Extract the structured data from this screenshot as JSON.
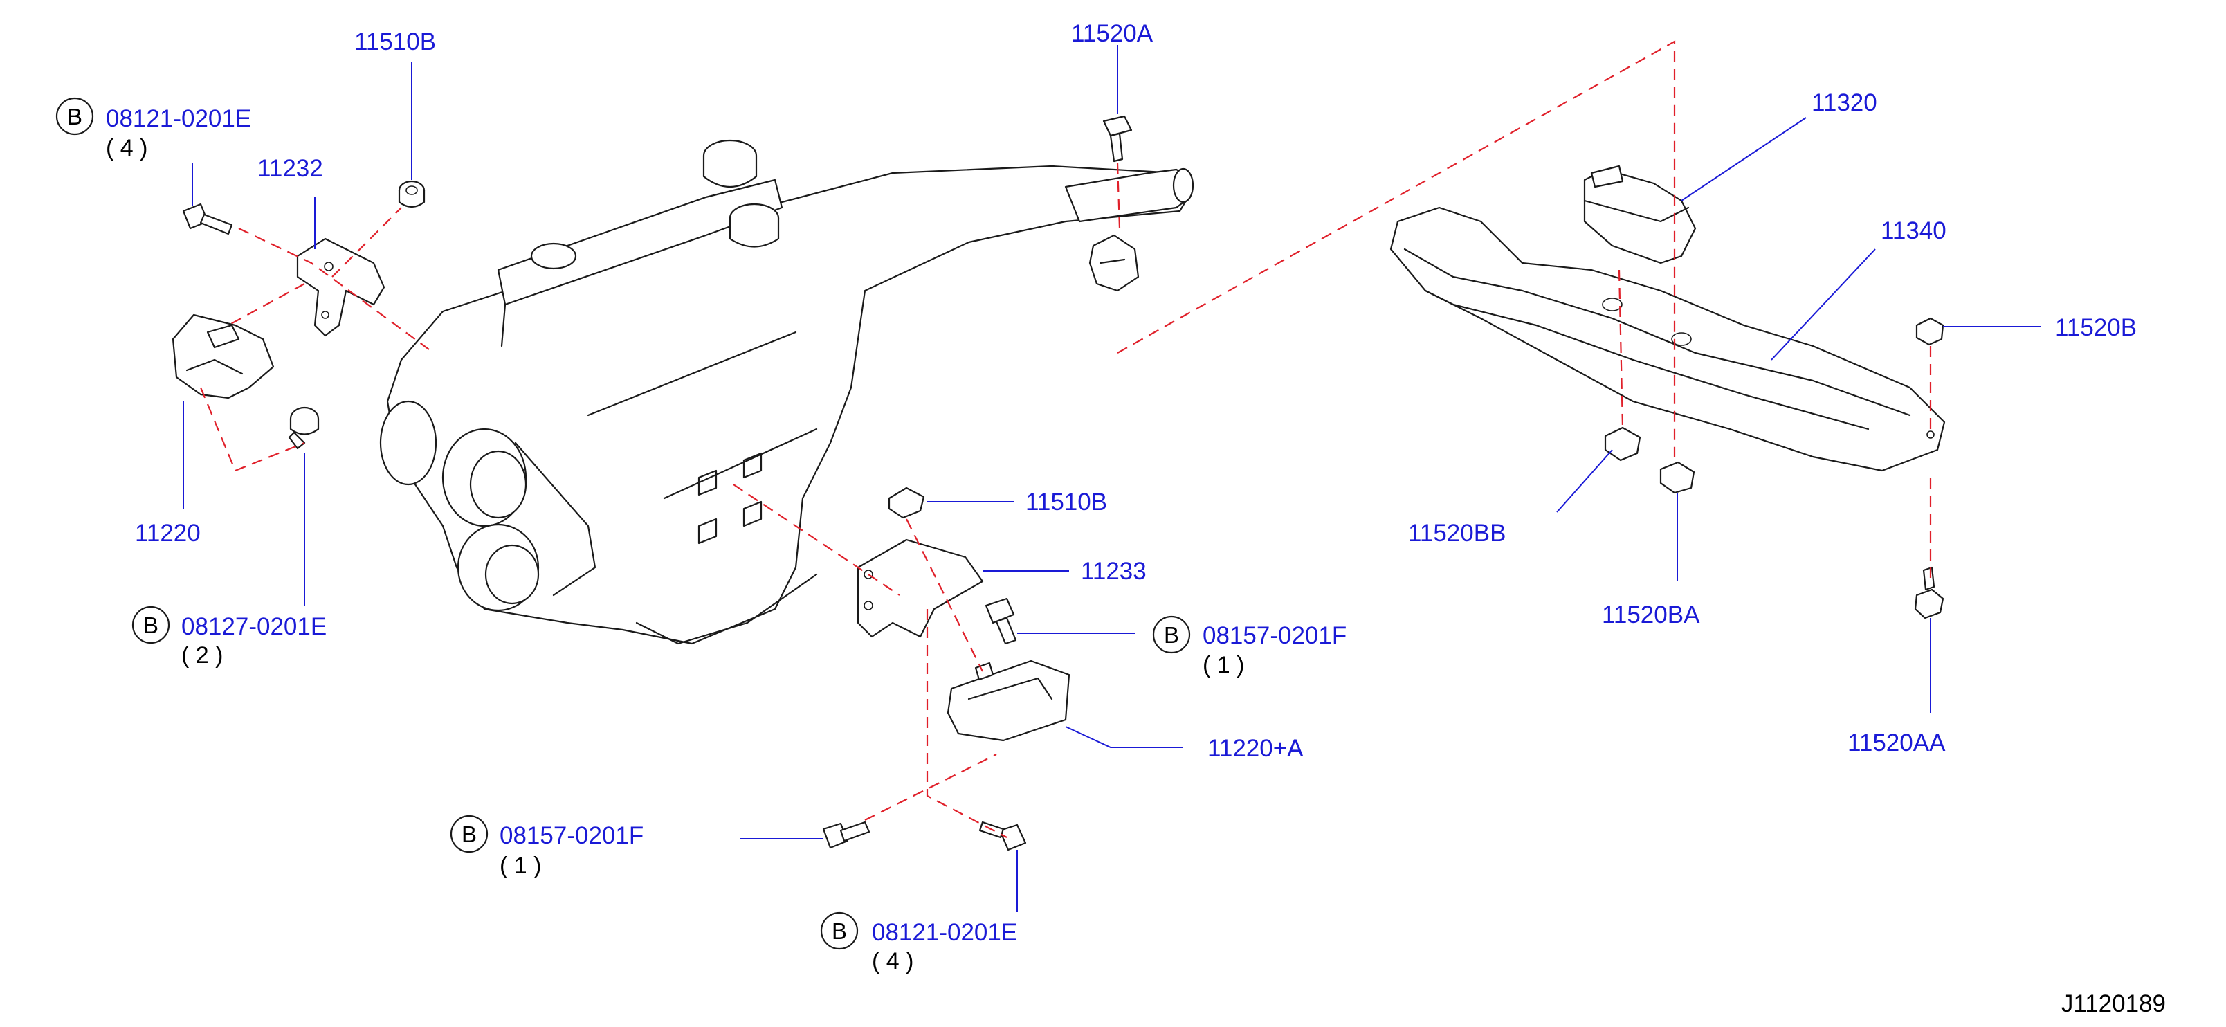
{
  "diagram": {
    "reference_code": "J1120189",
    "badge_letter": "B",
    "labels": {
      "p11510B_top": "11510B",
      "p11520A": "11520A",
      "p08121_top": "08121-0201E",
      "q08121_top": "( 4 )",
      "p11232": "11232",
      "p11220": "11220",
      "p08127": "08127-0201E",
      "q08127": "( 2 )",
      "p11510B_mid": "11510B",
      "p11233": "11233",
      "p08157_right": "08157-0201F",
      "q08157_right": "( 1 )",
      "p11220A": "11220+A",
      "p08157_left": "08157-0201F",
      "q08157_left": "( 1 )",
      "p08121_bottom": "08121-0201E",
      "q08121_bottom": "( 4 )",
      "p11320": "11320",
      "p11340": "11340",
      "p11520B": "11520B",
      "p11520BB": "11520BB",
      "p11520BA": "11520BA",
      "p11520AA": "11520AA"
    }
  }
}
